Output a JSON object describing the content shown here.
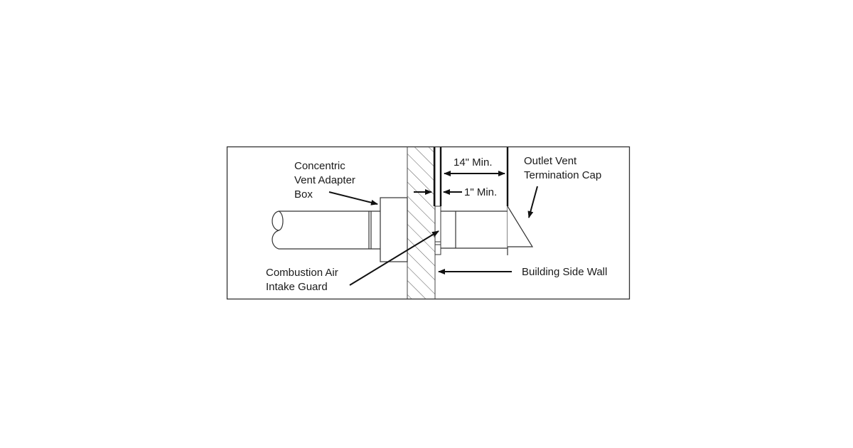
{
  "diagram": {
    "type": "technical-installation-diagram",
    "labels": {
      "adapter_box": [
        "Concentric",
        "Vent Adapter",
        "Box"
      ],
      "intake_guard": [
        "Combustion Air",
        "Intake Guard"
      ],
      "dim_14": "14\" Min.",
      "dim_1": "1\" Min.",
      "termination_cap": [
        "Outlet Vent",
        "Termination Cap"
      ],
      "side_wall": "Building Side Wall"
    },
    "colors": {
      "line": "#222222",
      "background": "#ffffff"
    }
  }
}
